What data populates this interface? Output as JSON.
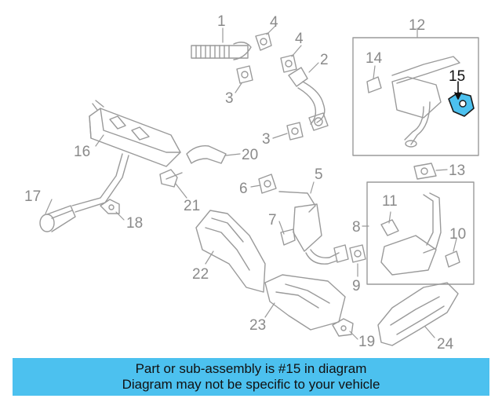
{
  "diagram": {
    "highlighted_part": "15",
    "highlight_color": "#4cc1ef",
    "callouts": [
      {
        "id": "1",
        "label": "1"
      },
      {
        "id": "2",
        "label": "2"
      },
      {
        "id": "3a",
        "label": "3"
      },
      {
        "id": "3b",
        "label": "3"
      },
      {
        "id": "4a",
        "label": "4"
      },
      {
        "id": "4b",
        "label": "4"
      },
      {
        "id": "5",
        "label": "5"
      },
      {
        "id": "6",
        "label": "6"
      },
      {
        "id": "7",
        "label": "7"
      },
      {
        "id": "8",
        "label": "8"
      },
      {
        "id": "9",
        "label": "9"
      },
      {
        "id": "10",
        "label": "10"
      },
      {
        "id": "11",
        "label": "11"
      },
      {
        "id": "12",
        "label": "12"
      },
      {
        "id": "13",
        "label": "13"
      },
      {
        "id": "14",
        "label": "14"
      },
      {
        "id": "15",
        "label": "15"
      },
      {
        "id": "16",
        "label": "16"
      },
      {
        "id": "17",
        "label": "17"
      },
      {
        "id": "18",
        "label": "18"
      },
      {
        "id": "19",
        "label": "19"
      },
      {
        "id": "20",
        "label": "20"
      },
      {
        "id": "21",
        "label": "21"
      },
      {
        "id": "22",
        "label": "22"
      },
      {
        "id": "23",
        "label": "23"
      },
      {
        "id": "24",
        "label": "24"
      }
    ]
  },
  "banner": {
    "line1": "Part or sub-assembly is #15 in diagram",
    "line2": "Diagram may not be specific to your vehicle",
    "color": "#4cc1ef"
  }
}
